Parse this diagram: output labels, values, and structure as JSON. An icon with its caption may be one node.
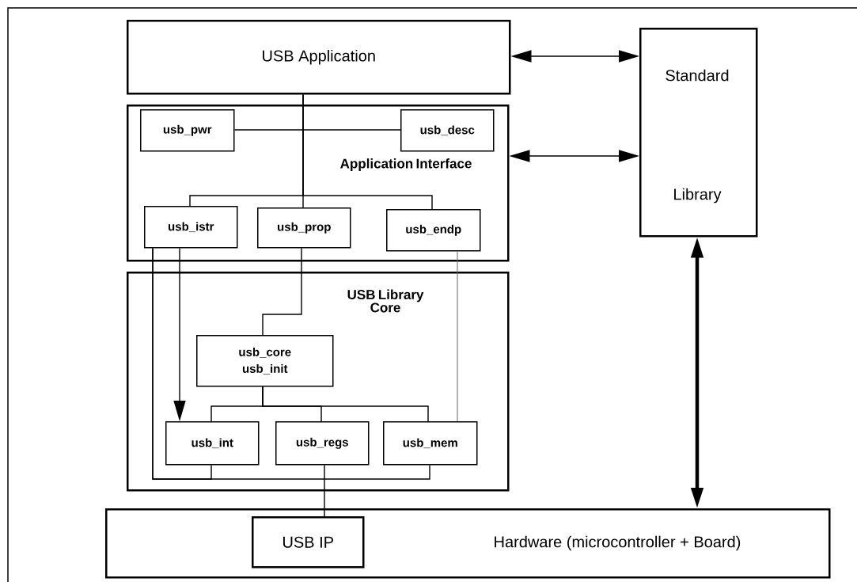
{
  "diagram": {
    "nodes": [
      {
        "text": [
          "USB Application"
        ]
      },
      {
        "text": [
          "Application Interface"
        ]
      },
      {
        "text": [
          "usb_pwr"
        ],
        "in": 1
      },
      {
        "text": [
          "usb_desc"
        ],
        "in": 1
      },
      {
        "text": [
          "usb_istr"
        ],
        "in": 1
      },
      {
        "text": [
          "usb_prop"
        ],
        "in": 1
      },
      {
        "text": [
          "usb_endp"
        ],
        "in": 1
      },
      {
        "text": [
          "USB Library Core"
        ]
      },
      {
        "text": [
          "usb_core",
          "usb_init"
        ],
        "in": 7
      },
      {
        "text": [
          "usb_int"
        ],
        "in": 7
      },
      {
        "text": [
          "usb_regs"
        ],
        "in": 7
      },
      {
        "text": [
          "usb_mem"
        ],
        "in": 7
      },
      {
        "text": [
          "Standard",
          "Library"
        ]
      },
      {
        "text": [
          "Hardware (microcontroller + Board)"
        ]
      },
      {
        "text": [
          "USB IP"
        ],
        "in": 13
      }
    ],
    "edges": [
      {
        "from": 0,
        "to": 5,
        "arrow": "none"
      },
      {
        "from": 0,
        "to": 4,
        "arrow": "none"
      },
      {
        "from": 0,
        "to": 6,
        "arrow": "none"
      },
      {
        "from": 2,
        "to": 3,
        "arrow": "none"
      },
      {
        "from": 4,
        "to": 9,
        "arrow": "to"
      },
      {
        "from": 4,
        "to": 9,
        "arrow": "none"
      },
      {
        "from": 4,
        "to": 11,
        "arrow": "none"
      },
      {
        "from": 10,
        "to": 14,
        "arrow": "none"
      },
      {
        "from": 5,
        "to": 8,
        "arrow": "none"
      },
      {
        "from": 8,
        "to": 9,
        "arrow": "none"
      },
      {
        "from": 8,
        "to": 10,
        "arrow": "none"
      },
      {
        "from": 8,
        "to": 11,
        "arrow": "none"
      },
      {
        "from": 6,
        "to": 11,
        "arrow": "none",
        "color": "#666666"
      },
      {
        "from": 0,
        "to": 12,
        "arrow": "both"
      },
      {
        "from": 1,
        "to": 12,
        "arrow": "both"
      },
      {
        "from": 12,
        "to": 13,
        "arrow": "both",
        "style": "thick"
      }
    ]
  }
}
